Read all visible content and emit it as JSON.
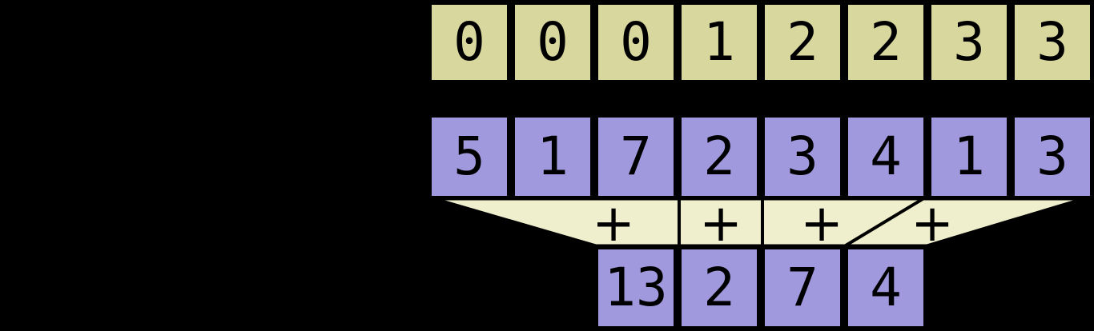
{
  "diagram": {
    "description_label": "",
    "top_row": {
      "cells": [
        "0",
        "0",
        "0",
        "1",
        "2",
        "2",
        "3",
        "3"
      ]
    },
    "middle_row": {
      "cells": [
        "5",
        "1",
        "7",
        "2",
        "3",
        "4",
        "1",
        "3"
      ]
    },
    "bottom_row": {
      "cells": [
        "13",
        "2",
        "7",
        "4"
      ]
    },
    "funnel": {
      "operators": [
        "+",
        "+",
        "+",
        "+"
      ]
    },
    "colors": {
      "background": "#000000",
      "top_row_fill": "#d7d79e",
      "array_fill": "#a099dd",
      "funnel_fill": "#efefcd",
      "border": "#000000"
    }
  }
}
